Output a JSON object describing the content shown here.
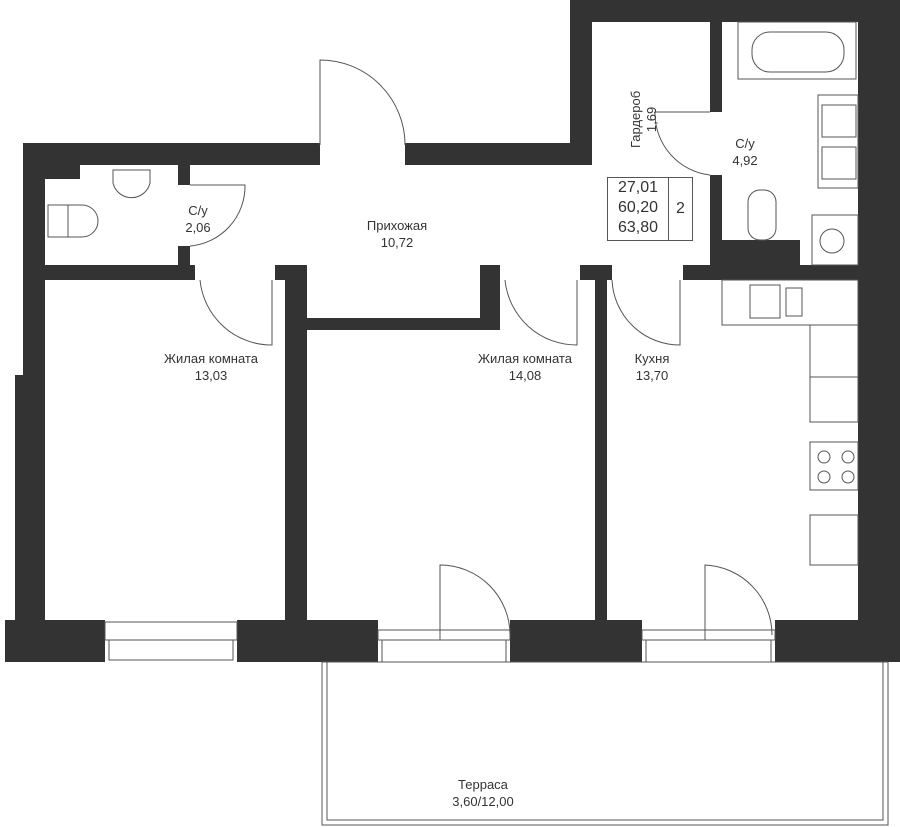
{
  "colors": {
    "wall": "#333333",
    "line": "#555555"
  },
  "summary": {
    "living_area": "27,01",
    "total_area": "60,20",
    "total_with_terrace": "63,80",
    "rooms": "2"
  },
  "rooms": [
    {
      "name": "С/у",
      "area": "2,06"
    },
    {
      "name": "Прихожая",
      "area": "10,72"
    },
    {
      "name": "Гардероб",
      "area": "1,69"
    },
    {
      "name": "С/у",
      "area": "4,92"
    },
    {
      "name": "Жилая комната",
      "area": "13,03"
    },
    {
      "name": "Жилая комната",
      "area": "14,08"
    },
    {
      "name": "Кухня",
      "area": "13,70"
    },
    {
      "name": "Терраса",
      "area": "3,60/12,00"
    }
  ]
}
